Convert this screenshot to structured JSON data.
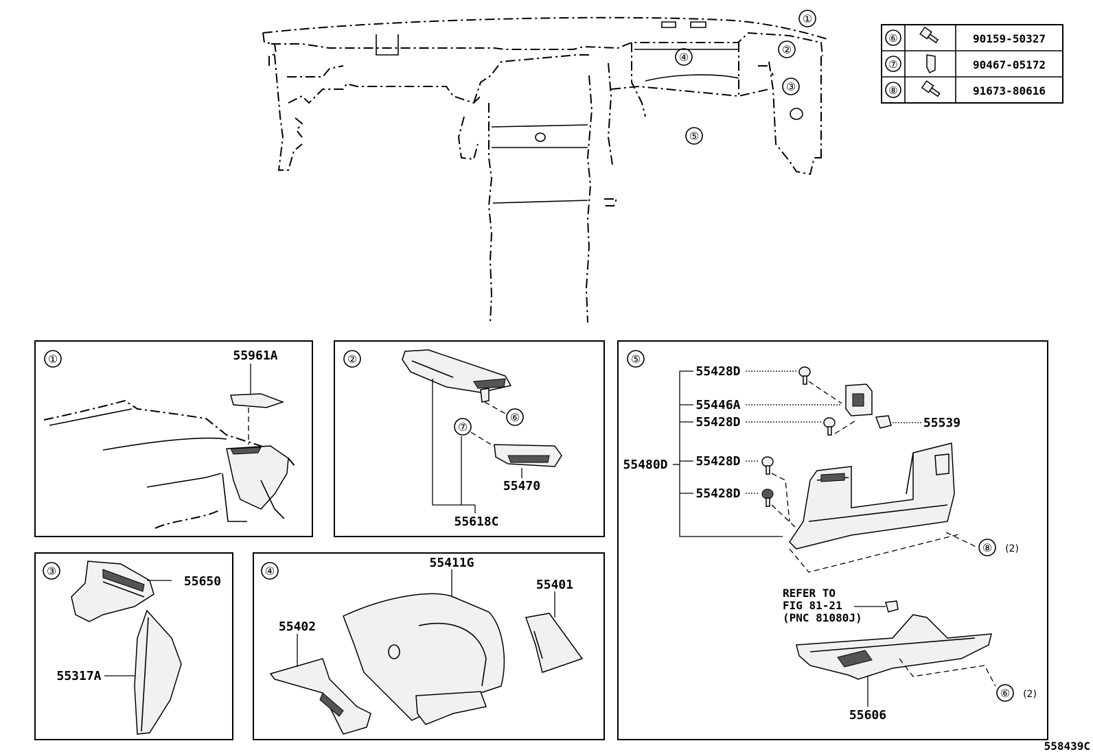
{
  "diagram_id": "558439C",
  "circles": [
    "①",
    "②",
    "③",
    "④",
    "⑤",
    "⑥",
    "⑦",
    "⑧"
  ],
  "parts_table": {
    "rows": [
      {
        "circle": "⑥",
        "icon": "bolt-icon",
        "part_no": "90159-50327"
      },
      {
        "circle": "⑦",
        "icon": "clip-icon",
        "part_no": "90467-05172"
      },
      {
        "circle": "⑧",
        "icon": "bolt-icon",
        "part_no": "91673-80616"
      }
    ]
  },
  "panel1": {
    "label": "①",
    "parts": [
      "55961A"
    ]
  },
  "panel2": {
    "label": "②",
    "parts": [
      "55470",
      "55618C"
    ],
    "refs": [
      "⑥",
      "⑦"
    ]
  },
  "panel3": {
    "label": "③",
    "parts": [
      "55650",
      "55317A"
    ]
  },
  "panel4": {
    "label": "④",
    "parts": [
      "55411G",
      "55401",
      "55402"
    ]
  },
  "panel5": {
    "label": "⑤",
    "parts": [
      "55428D",
      "55446A",
      "55428D",
      "55428D",
      "55428D",
      "55480D",
      "55539",
      "55606"
    ],
    "refs": [
      "⑧",
      "⑥"
    ],
    "qty": [
      "(2)",
      "(2)"
    ],
    "refer_note": [
      "REFER TO",
      "FIG 81-21",
      "(PNC 81080J)"
    ]
  }
}
